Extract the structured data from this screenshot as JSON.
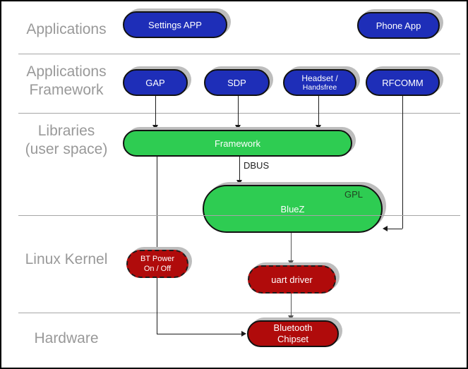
{
  "colors": {
    "blue": "#1e2eb8",
    "green": "#2ecc52",
    "red": "#b00b0b",
    "shadow": "#bdbdbd",
    "line": "#1a1a1a",
    "line_gray": "#555555",
    "divider": "#a6a6a6",
    "label": "#999999",
    "gpl_text": "#224422",
    "dbus_text": "#222222"
  },
  "layers": {
    "applications": "Applications",
    "app_framework": "Applications\nFramework",
    "libraries": "Libraries\n(user space)",
    "kernel": "Linux Kernel",
    "hardware": "Hardware"
  },
  "nodes": {
    "settings_app": "Settings APP",
    "phone_app": "Phone App",
    "gap": "GAP",
    "sdp": "SDP",
    "headset_line1": "Headset /",
    "headset_line2": "Handsfree",
    "rfcomm": "RFCOMM",
    "framework": "Framework",
    "bluez": "BlueZ",
    "gpl_badge": "GPL",
    "bt_power": "BT Power\nOn / Off",
    "uart_driver": "uart driver",
    "bt_chipset": "Bluetooth\nChipset"
  },
  "edge_labels": {
    "dbus": "DBUS"
  }
}
